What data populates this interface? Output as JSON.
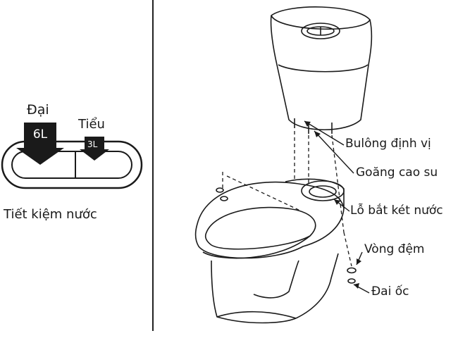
{
  "flush_button": {
    "big_label": "Đại",
    "big_volume": "6L",
    "small_label": "Tiểu",
    "small_volume": "3L",
    "caption": "Tiết kiệm nước"
  },
  "parts": [
    {
      "label": "Bulông định vị"
    },
    {
      "label": "Goăng cao su"
    },
    {
      "label": "Lỗ bắt két nước"
    },
    {
      "label": "Vòng đệm"
    },
    {
      "label": "Đai ốc"
    }
  ],
  "colors": {
    "line": "#1a1a1a",
    "background": "#ffffff"
  }
}
